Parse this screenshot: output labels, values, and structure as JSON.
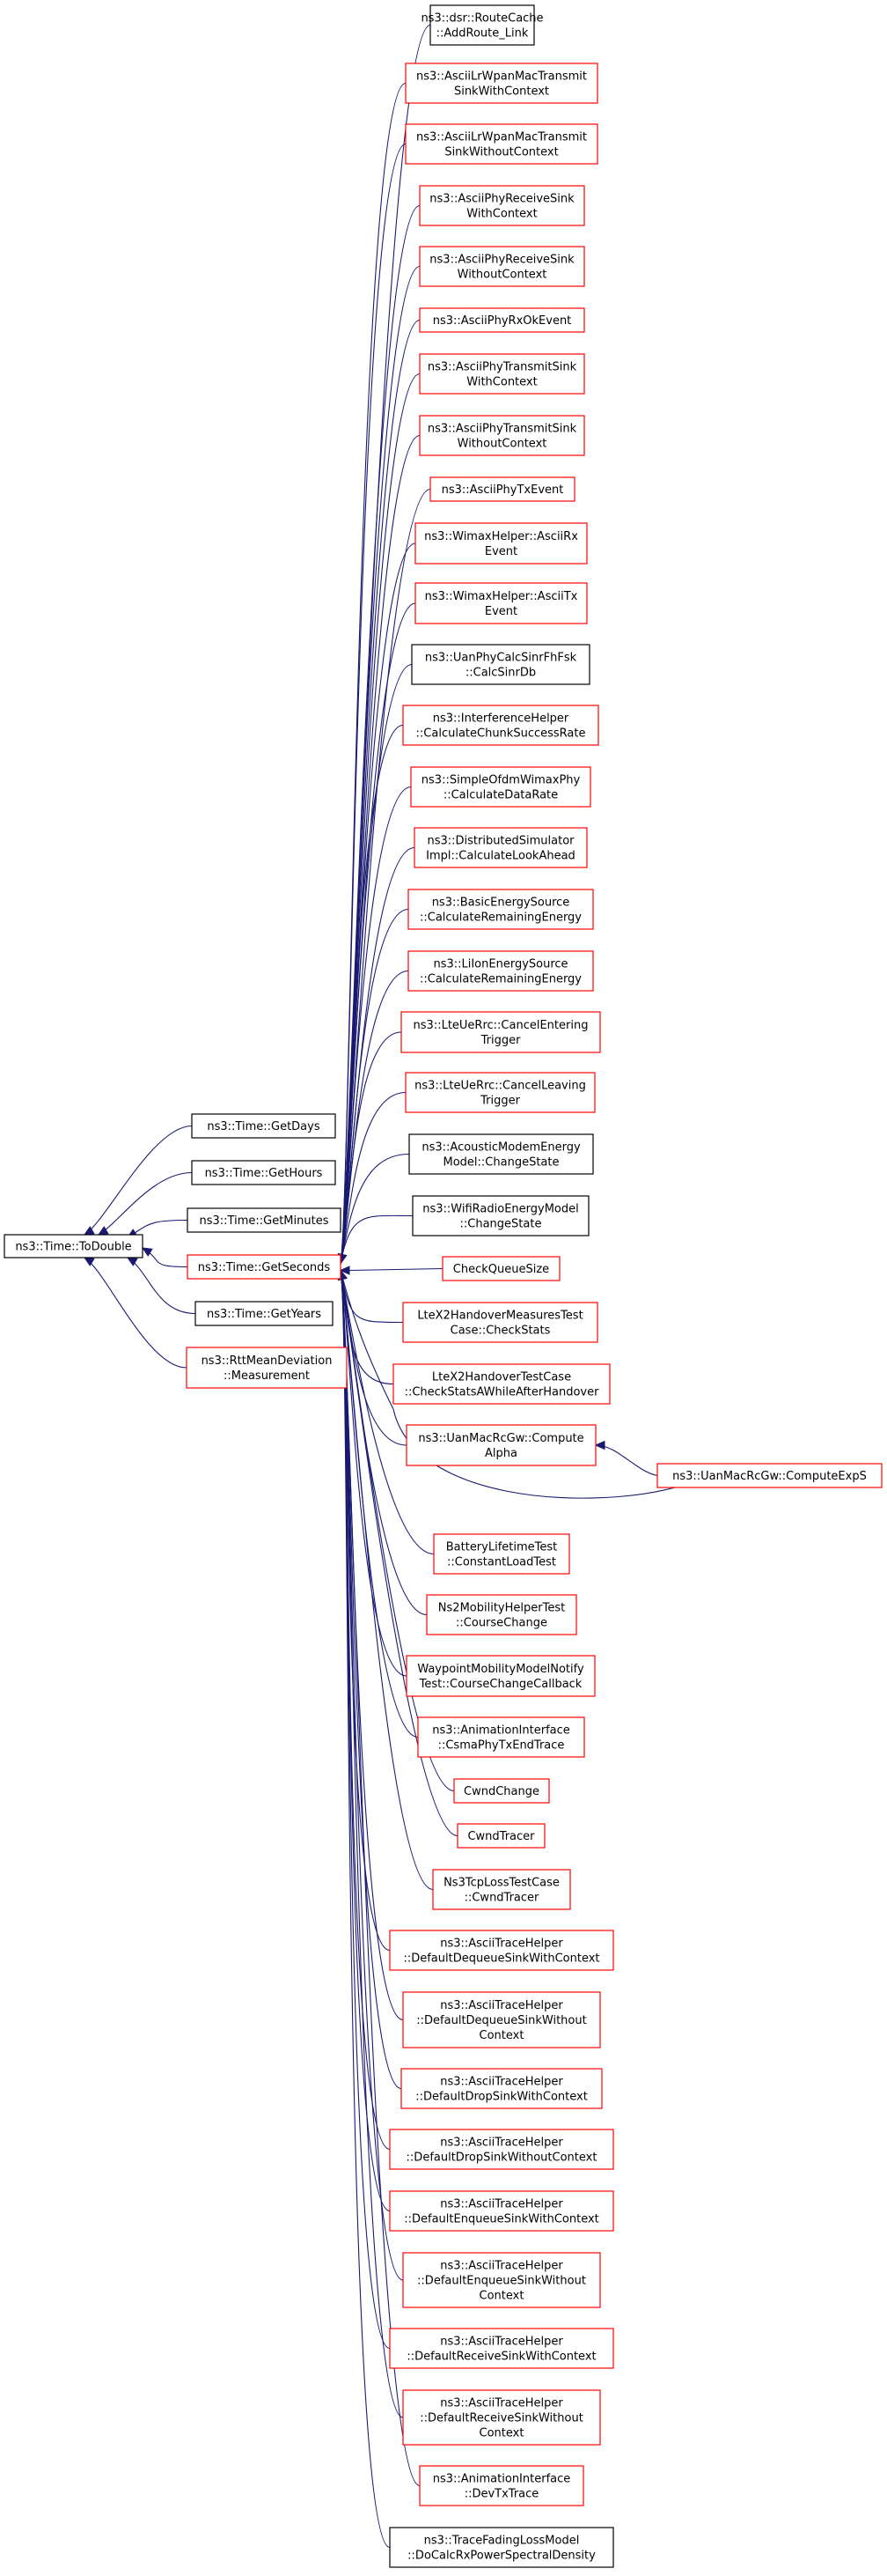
{
  "colors": {
    "edge": "#191970",
    "root_fill": "#bfbfbf",
    "documented_border": "#000000",
    "undocumented_border": "#ff0000"
  },
  "root": {
    "lines": [
      "ns3::Time::ToDouble"
    ]
  },
  "mid_nodes": [
    {
      "lines": [
        "ns3::Time::GetDays"
      ],
      "border": "black"
    },
    {
      "lines": [
        "ns3::Time::GetHours"
      ],
      "border": "black"
    },
    {
      "lines": [
        "ns3::Time::GetMinutes"
      ],
      "border": "black"
    },
    {
      "lines": [
        "ns3::Time::GetSeconds"
      ],
      "border": "red"
    },
    {
      "lines": [
        "ns3::Time::GetYears"
      ],
      "border": "black"
    },
    {
      "lines": [
        "ns3::RttMeanDeviation",
        "::Measurement"
      ],
      "border": "red"
    }
  ],
  "callers": [
    {
      "lines": [
        "ns3::dsr::RouteCache",
        "::AddRoute_Link"
      ],
      "border": "black"
    },
    {
      "lines": [
        "ns3::AsciiLrWpanMacTransmit",
        "SinkWithContext"
      ],
      "border": "red"
    },
    {
      "lines": [
        "ns3::AsciiLrWpanMacTransmit",
        "SinkWithoutContext"
      ],
      "border": "red"
    },
    {
      "lines": [
        "ns3::AsciiPhyReceiveSink",
        "WithContext"
      ],
      "border": "red"
    },
    {
      "lines": [
        "ns3::AsciiPhyReceiveSink",
        "WithoutContext"
      ],
      "border": "red"
    },
    {
      "lines": [
        "ns3::AsciiPhyRxOkEvent"
      ],
      "border": "red"
    },
    {
      "lines": [
        "ns3::AsciiPhyTransmitSink",
        "WithContext"
      ],
      "border": "red"
    },
    {
      "lines": [
        "ns3::AsciiPhyTransmitSink",
        "WithoutContext"
      ],
      "border": "red"
    },
    {
      "lines": [
        "ns3::AsciiPhyTxEvent"
      ],
      "border": "red"
    },
    {
      "lines": [
        "ns3::WimaxHelper::AsciiRx",
        "Event"
      ],
      "border": "red"
    },
    {
      "lines": [
        "ns3::WimaxHelper::AsciiTx",
        "Event"
      ],
      "border": "red"
    },
    {
      "lines": [
        "ns3::UanPhyCalcSinrFhFsk",
        "::CalcSinrDb"
      ],
      "border": "black"
    },
    {
      "lines": [
        "ns3::InterferenceHelper",
        "::CalculateChunkSuccessRate"
      ],
      "border": "red"
    },
    {
      "lines": [
        "ns3::SimpleOfdmWimaxPhy",
        "::CalculateDataRate"
      ],
      "border": "red"
    },
    {
      "lines": [
        "ns3::DistributedSimulator",
        "Impl::CalculateLookAhead"
      ],
      "border": "red"
    },
    {
      "lines": [
        "ns3::BasicEnergySource",
        "::CalculateRemainingEnergy"
      ],
      "border": "red"
    },
    {
      "lines": [
        "ns3::LiIonEnergySource",
        "::CalculateRemainingEnergy"
      ],
      "border": "red"
    },
    {
      "lines": [
        "ns3::LteUeRrc::CancelEntering",
        "Trigger"
      ],
      "border": "red"
    },
    {
      "lines": [
        "ns3::LteUeRrc::CancelLeaving",
        "Trigger"
      ],
      "border": "red"
    },
    {
      "lines": [
        "ns3::AcousticModemEnergy",
        "Model::ChangeState"
      ],
      "border": "black"
    },
    {
      "lines": [
        "ns3::WifiRadioEnergyModel",
        "::ChangeState"
      ],
      "border": "black"
    },
    {
      "lines": [
        "CheckQueueSize"
      ],
      "border": "red"
    },
    {
      "lines": [
        "LteX2HandoverMeasuresTest",
        "Case::CheckStats"
      ],
      "border": "red"
    },
    {
      "lines": [
        "LteX2HandoverTestCase",
        "::CheckStatsAWhileAfterHandover"
      ],
      "border": "red"
    },
    {
      "lines": [
        "ns3::UanMacRcGw::Compute",
        "Alpha"
      ],
      "border": "red"
    },
    {
      "lines": [
        "BatteryLifetimeTest",
        "::ConstantLoadTest"
      ],
      "border": "red"
    },
    {
      "lines": [
        "Ns2MobilityHelperTest",
        "::CourseChange"
      ],
      "border": "red"
    },
    {
      "lines": [
        "WaypointMobilityModelNotify",
        "Test::CourseChangeCallback"
      ],
      "border": "red"
    },
    {
      "lines": [
        "ns3::AnimationInterface",
        "::CsmaPhyTxEndTrace"
      ],
      "border": "red"
    },
    {
      "lines": [
        "CwndChange"
      ],
      "border": "red"
    },
    {
      "lines": [
        "CwndTracer"
      ],
      "border": "red"
    },
    {
      "lines": [
        "Ns3TcpLossTestCase",
        "::CwndTracer"
      ],
      "border": "red"
    },
    {
      "lines": [
        "ns3::AsciiTraceHelper",
        "::DefaultDequeueSinkWithContext"
      ],
      "border": "red"
    },
    {
      "lines": [
        "ns3::AsciiTraceHelper",
        "::DefaultDequeueSinkWithout",
        "Context"
      ],
      "border": "red"
    },
    {
      "lines": [
        "ns3::AsciiTraceHelper",
        "::DefaultDropSinkWithContext"
      ],
      "border": "red"
    },
    {
      "lines": [
        "ns3::AsciiTraceHelper",
        "::DefaultDropSinkWithoutContext"
      ],
      "border": "red"
    },
    {
      "lines": [
        "ns3::AsciiTraceHelper",
        "::DefaultEnqueueSinkWithContext"
      ],
      "border": "red"
    },
    {
      "lines": [
        "ns3::AsciiTraceHelper",
        "::DefaultEnqueueSinkWithout",
        "Context"
      ],
      "border": "red"
    },
    {
      "lines": [
        "ns3::AsciiTraceHelper",
        "::DefaultReceiveSinkWithContext"
      ],
      "border": "red"
    },
    {
      "lines": [
        "ns3::AsciiTraceHelper",
        "::DefaultReceiveSinkWithout",
        "Context"
      ],
      "border": "red"
    },
    {
      "lines": [
        "ns3::AnimationInterface",
        "::DevTxTrace"
      ],
      "border": "red"
    },
    {
      "lines": [
        "ns3::TraceFadingLossModel",
        "::DoCalcRxPowerSpectralDensity"
      ],
      "border": "black"
    }
  ],
  "far_node": {
    "lines": [
      "ns3::UanMacRcGw::ComputeExpS"
    ],
    "border": "red"
  }
}
